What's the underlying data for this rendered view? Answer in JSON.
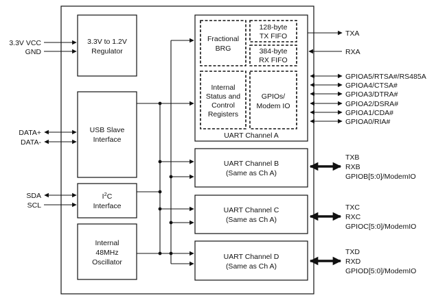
{
  "blocks": {
    "regulator": [
      "3.3V to 1.2V",
      "Regulator"
    ],
    "usb": [
      "USB Slave",
      "Interface"
    ],
    "i2c": [
      "I",
      "2",
      "C",
      "Interface"
    ],
    "osc": [
      "Internal",
      "48MHz",
      "Oscillator"
    ],
    "uart_a_title": "UART Channel A",
    "brg": [
      "Fractional",
      "BRG"
    ],
    "tx_fifo": [
      "128-byte",
      "TX FIFO"
    ],
    "rx_fifo": [
      "384-byte",
      "RX FIFO"
    ],
    "status": [
      "Internal",
      "Status and",
      "Control",
      "Registers"
    ],
    "gpio": [
      "GPIOs/",
      "Modem IO"
    ],
    "uart_b": [
      "UART Channel B",
      "(Same as Ch A)"
    ],
    "uart_c": [
      "UART Channel C",
      "(Same as Ch A)"
    ],
    "uart_d": [
      "UART Channel D",
      "(Same as Ch A)"
    ]
  },
  "pins_left": {
    "vcc": "3.3V VCC",
    "gnd": "GND",
    "data_plus": "DATA+",
    "data_minus": "DATA-",
    "sda": "SDA",
    "scl": "SCL"
  },
  "pins_right": {
    "txa": "TXA",
    "rxa": "RXA",
    "gpio_a": [
      "GPIOA5/RTSA#/RS485A",
      "GPIOA4/CTSA#",
      "GPIOA3/DTRA#",
      "GPIOA2/DSRA#",
      "GPIOA1/CDA#",
      "GPIOA0/RIA#"
    ],
    "ch_b": [
      "TXB",
      "RXB",
      "GPIOB[5:0]/ModemIO"
    ],
    "ch_c": [
      "TXC",
      "RXC",
      "GPIOC[5:0]/ModemIO"
    ],
    "ch_d": [
      "TXD",
      "RXD",
      "GPIOD[5:0]/ModemIO"
    ]
  }
}
